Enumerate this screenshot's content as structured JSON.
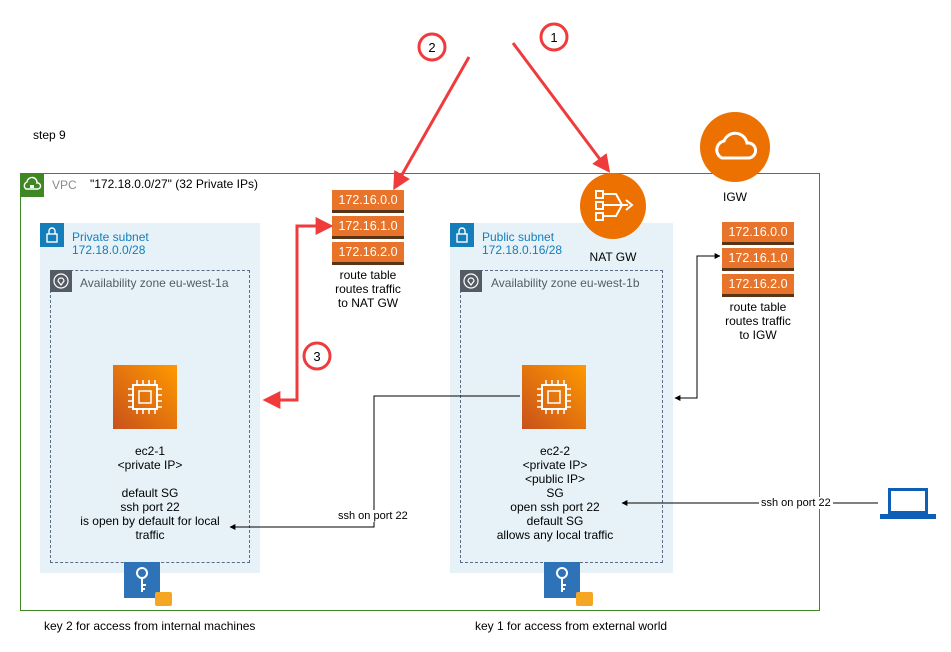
{
  "step_label": "step 9",
  "vpc": {
    "label": "VPC",
    "cidr_note": "\"172.18.0.0/27\" (32 Private IPs)"
  },
  "badges": [
    "1",
    "2",
    "3"
  ],
  "igw": {
    "label": "IGW"
  },
  "nat": {
    "label": "NAT GW"
  },
  "route_table_private": {
    "rows": [
      "172.16.0.0",
      "172.16.1.0",
      "172.16.2.0"
    ],
    "caption": [
      "route table",
      "routes traffic",
      "to NAT GW"
    ]
  },
  "route_table_public": {
    "rows": [
      "172.16.0.0",
      "172.16.1.0",
      "172.16.2.0"
    ],
    "caption": [
      "route table",
      "routes traffic",
      "to IGW"
    ]
  },
  "private_subnet": {
    "title": "Private subnet",
    "cidr": "172.18.0.0/28",
    "az": "Availability zone eu-west-1a"
  },
  "public_subnet": {
    "title": "Public subnet",
    "cidr": "172.18.0.16/28",
    "az": "Availability zone eu-west-1b"
  },
  "ec2_1": {
    "lines": [
      "ec2-1",
      "<private IP>",
      "",
      "default SG",
      "ssh port 22",
      "is open by default for local",
      "traffic"
    ]
  },
  "ec2_2": {
    "lines": [
      "ec2-2",
      "<private IP>",
      "<public IP>",
      "SG",
      "open ssh port 22",
      "default SG",
      "allows any local traffic"
    ]
  },
  "edge_labels": {
    "ssh_internal": "ssh on port 22",
    "ssh_external": "ssh on port 22"
  },
  "keys": {
    "key2": "key 2 for access from internal machines",
    "key1": "key 1 for access from external world"
  },
  "colors": {
    "vpc": "#3f8624",
    "subnet_fill": "#e6f2f8",
    "subnet_text": "#147eba",
    "route_row": "#e7742a",
    "red_arrow": "#ef3b3b",
    "laptop": "#0f5fb7"
  }
}
